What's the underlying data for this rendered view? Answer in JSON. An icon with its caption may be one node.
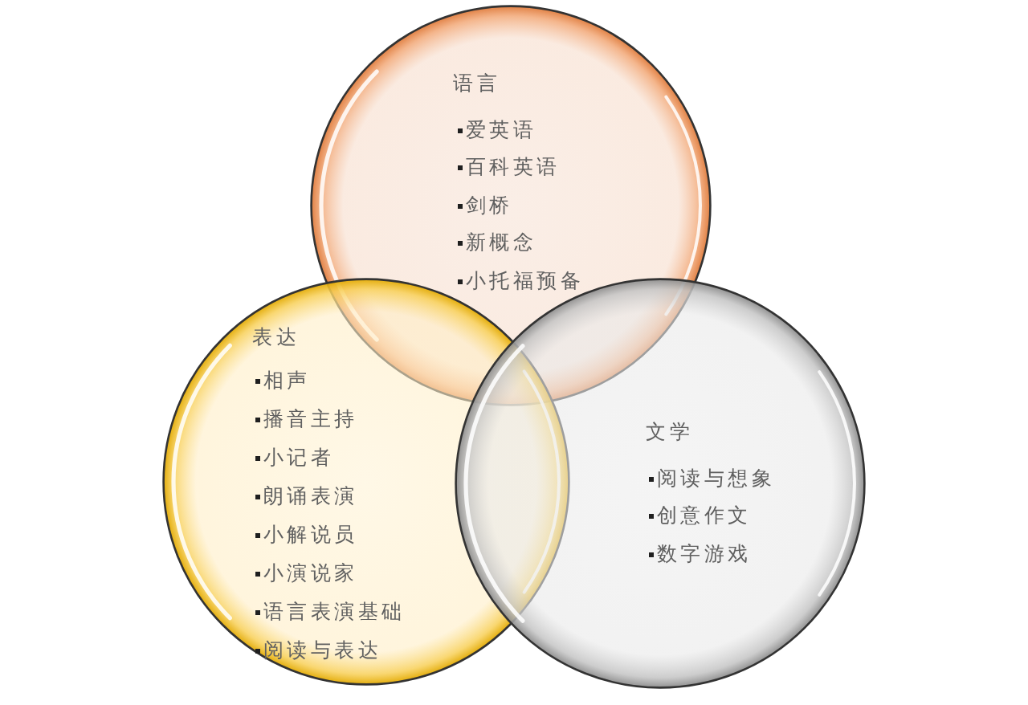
{
  "diagram": {
    "nodes": [
      {
        "text": [
          "语言",
          "爱英语",
          "百科英语",
          "剑桥",
          "新概念",
          "小托福预备"
        ]
      },
      {
        "text": [
          "表达",
          "相声",
          "播音主持",
          "小记者",
          "朗诵表演",
          "小解说员",
          "小演说家",
          "语言表演基础",
          "阅读与表达"
        ]
      },
      {
        "text": [
          "文学",
          "阅读与想象",
          "创意作文",
          "数字游戏"
        ]
      }
    ]
  }
}
